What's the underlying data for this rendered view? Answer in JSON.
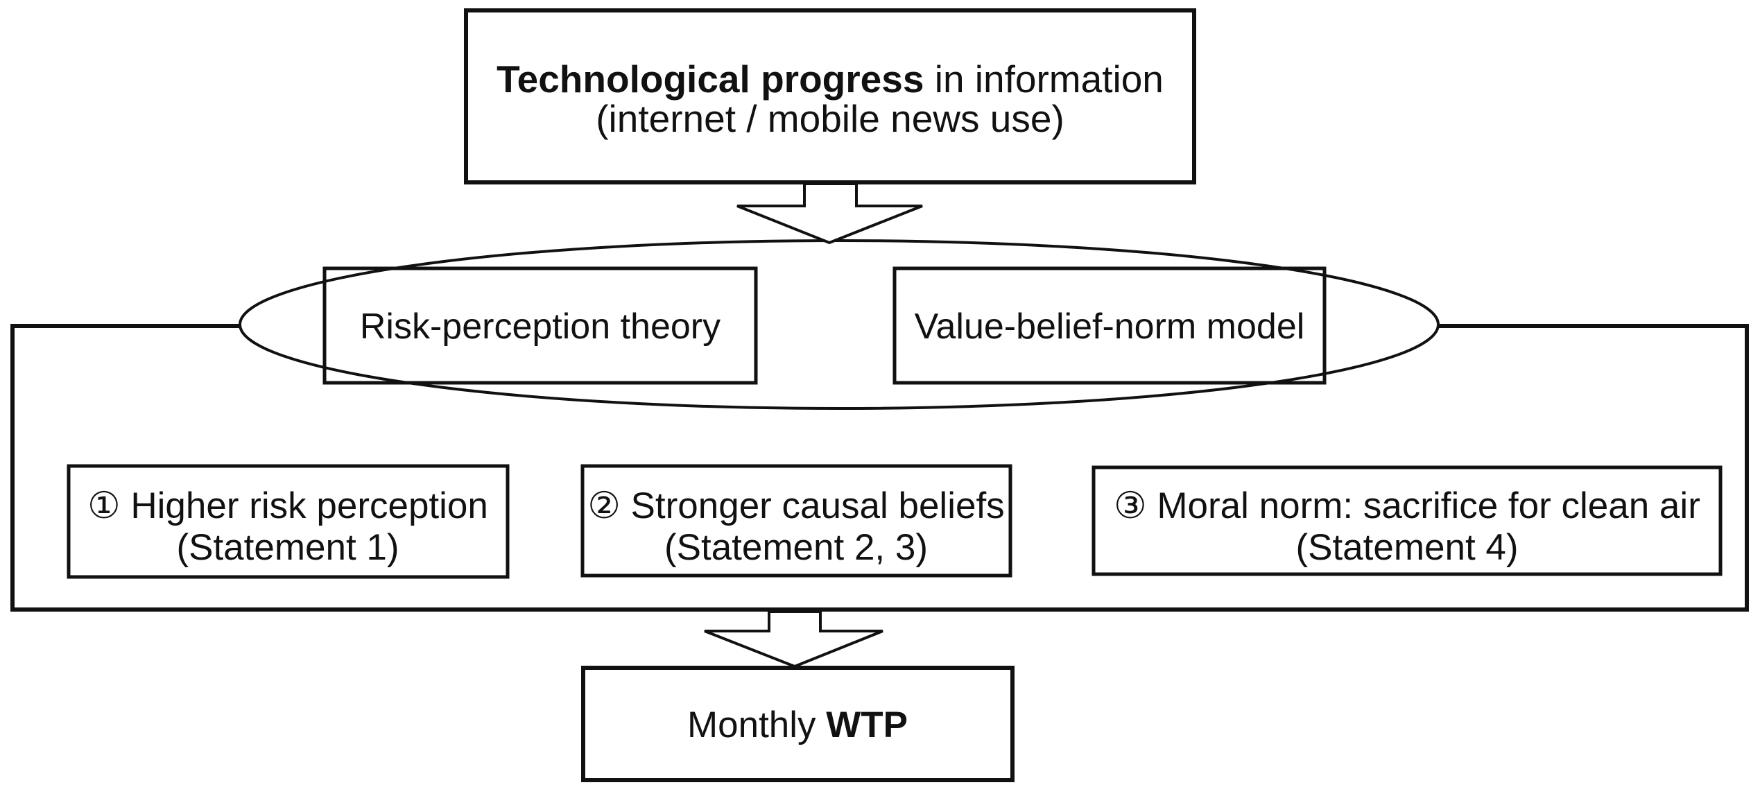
{
  "figure": {
    "colors": {
      "stroke": "#111111",
      "background": "#ffffff"
    },
    "top_box": {
      "line1_bold": "Technological progress",
      "line1_rest": " in information",
      "line2": "(internet / mobile news use)"
    },
    "theories": {
      "left_label": "Risk-perception theory",
      "right_label": "Value-belief-norm model"
    },
    "mediators": [
      {
        "line1": "① Higher risk perception",
        "line2": "(Statement 1)"
      },
      {
        "line1": "② Stronger causal beliefs",
        "line2": "(Statement 2, 3)"
      },
      {
        "line1": "③ Moral norm: sacrifice for clean air",
        "line2": "(Statement 4)"
      }
    ],
    "outcome_box": {
      "label_regular": "Monthly ",
      "label_bold": "WTP"
    }
  }
}
